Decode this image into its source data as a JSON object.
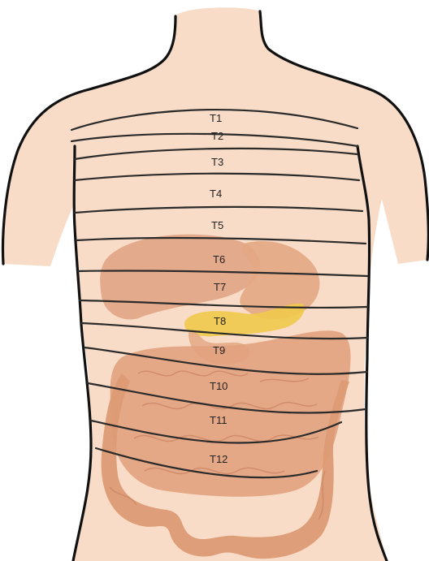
{
  "figure": {
    "colors": {
      "skin": "#f8dcc7",
      "organ": "#e2a27e",
      "organ_dark": "#d48c67",
      "pancreas": "#efc94a",
      "outline": "#111111",
      "band": "#2b2b2b"
    },
    "labels": [
      "T1",
      "T2",
      "T3",
      "T4",
      "T5",
      "T6",
      "T7",
      "T8",
      "T9",
      "T10",
      "T11",
      "T12"
    ]
  }
}
